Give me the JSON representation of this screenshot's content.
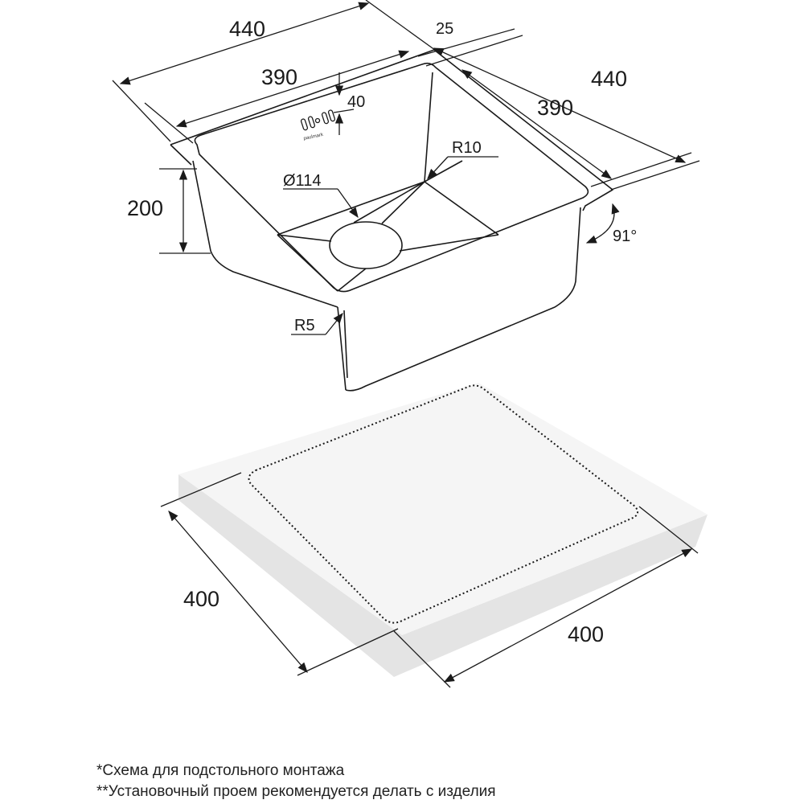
{
  "sink": {
    "outer_width": "440",
    "inner_width": "390",
    "outer_depth": "440",
    "inner_depth": "390",
    "rim": "25",
    "tap_offset": "40",
    "height": "200",
    "corner_radius_bottom": "R10",
    "drain_diameter": "Ø114",
    "corner_radius_side": "R5",
    "angle": "91°",
    "logo_text": "paulmark"
  },
  "cutout": {
    "width_left": "400",
    "width_right": "400"
  },
  "notes": [
    "*Схема для подстольного монтажа",
    "**Установочный проем рекомендуется делать с изделия"
  ],
  "colors": {
    "line": "#1a1a1a",
    "slab_side": "#e6e6e6",
    "slab_top": "#f4f4f4"
  }
}
